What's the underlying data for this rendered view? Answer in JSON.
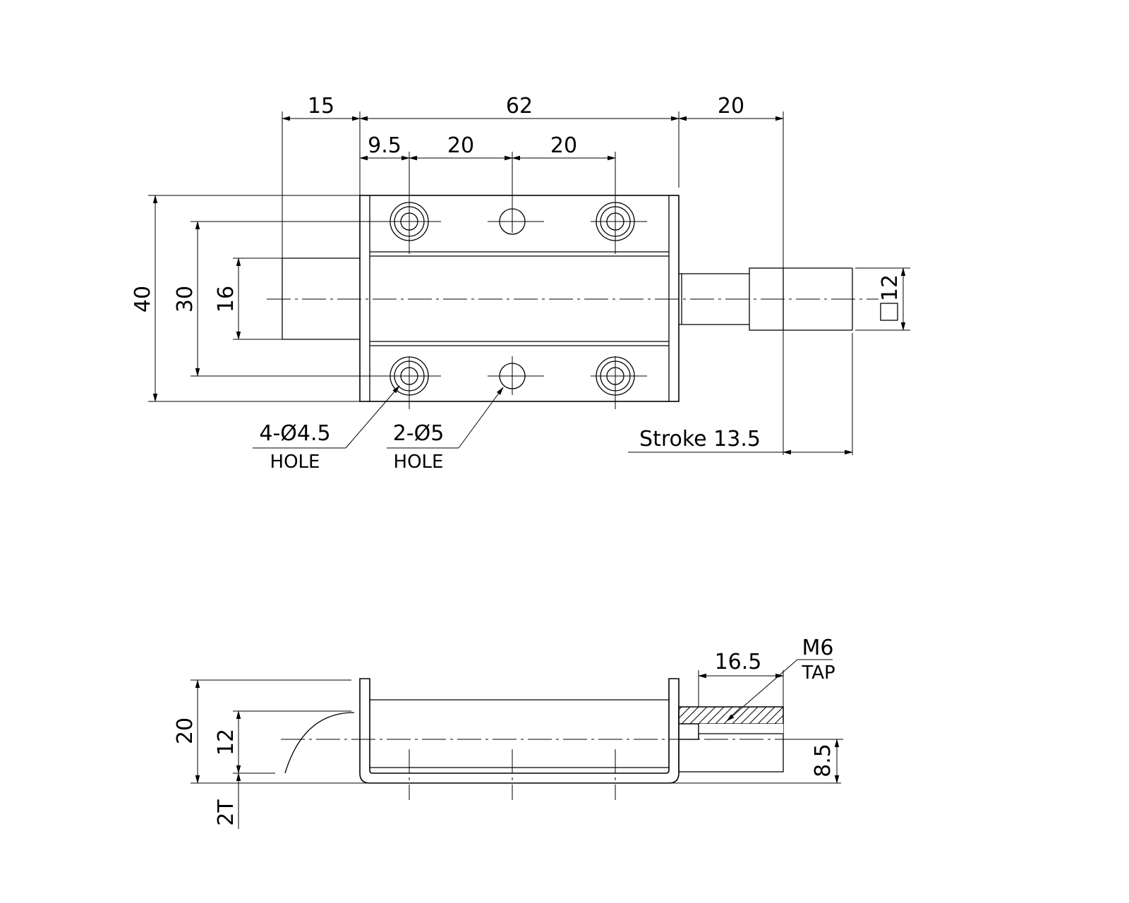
{
  "top_view": {
    "dim_left_ext": "15",
    "dim_body_length": "62",
    "dim_right_ext": "20",
    "dim_first_hole": "9.5",
    "dim_hole_pitch_1": "20",
    "dim_hole_pitch_2": "20",
    "dim_height": "40",
    "dim_hole_span": "30",
    "dim_slot": "16",
    "dim_square": "12",
    "stroke_label": "Stroke 13.5",
    "hole_note_a": "4-Ø4.5",
    "hole_note_a_sub": "HOLE",
    "hole_note_b": "2-Ø5",
    "hole_note_b_sub": "HOLE"
  },
  "side_view": {
    "dim_thread_length": "16.5",
    "tap_size": "M6",
    "tap_label": "TAP",
    "dim_height": "20",
    "dim_bolt_height": "12",
    "dim_thickness": "2T",
    "dim_center_height": "8.5"
  }
}
